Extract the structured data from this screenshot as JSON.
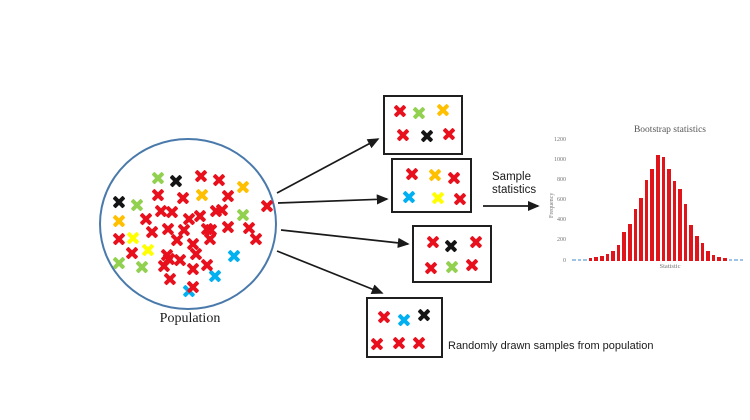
{
  "population": {
    "label": "Population",
    "marks": [
      [
        59,
        40,
        "g"
      ],
      [
        38,
        67,
        "g"
      ],
      [
        144,
        77,
        "g"
      ],
      [
        20,
        125,
        "g"
      ],
      [
        43,
        129,
        "g"
      ],
      [
        77,
        43,
        "k"
      ],
      [
        20,
        64,
        "k"
      ],
      [
        34,
        100,
        "y"
      ],
      [
        49,
        112,
        "y"
      ],
      [
        144,
        49,
        "o"
      ],
      [
        103,
        57,
        "o"
      ],
      [
        20,
        83,
        "o"
      ],
      [
        135,
        118,
        "c"
      ],
      [
        116,
        138,
        "c"
      ],
      [
        90,
        153,
        "c"
      ],
      [
        102,
        38,
        "r"
      ],
      [
        120,
        42,
        "r"
      ],
      [
        59,
        57,
        "r"
      ],
      [
        84,
        60,
        "r"
      ],
      [
        129,
        58,
        "r"
      ],
      [
        168,
        68,
        "r"
      ],
      [
        62,
        73,
        "r"
      ],
      [
        73,
        74,
        "r"
      ],
      [
        117,
        73,
        "r"
      ],
      [
        123,
        72,
        "r"
      ],
      [
        47,
        81,
        "r"
      ],
      [
        69,
        91,
        "r"
      ],
      [
        85,
        92,
        "r"
      ],
      [
        101,
        78,
        "r"
      ],
      [
        108,
        91,
        "r"
      ],
      [
        112,
        92,
        "r"
      ],
      [
        129,
        89,
        "r"
      ],
      [
        150,
        90,
        "r"
      ],
      [
        20,
        101,
        "r"
      ],
      [
        94,
        106,
        "r"
      ],
      [
        111,
        101,
        "r"
      ],
      [
        157,
        101,
        "r"
      ],
      [
        33,
        115,
        "r"
      ],
      [
        68,
        117,
        "r"
      ],
      [
        70,
        121,
        "r"
      ],
      [
        65,
        128,
        "r"
      ],
      [
        94,
        131,
        "r"
      ],
      [
        108,
        127,
        "r"
      ],
      [
        71,
        141,
        "r"
      ],
      [
        94,
        149,
        "r"
      ],
      [
        53,
        94,
        "r"
      ],
      [
        78,
        102,
        "r"
      ],
      [
        90,
        81,
        "r"
      ],
      [
        97,
        116,
        "r"
      ],
      [
        81,
        122,
        "r"
      ]
    ]
  },
  "samples": {
    "caption": "Randomly drawn samples from population",
    "boxes": [
      {
        "marks": [
          [
            15,
            14,
            "r"
          ],
          [
            34,
            16,
            "g"
          ],
          [
            58,
            13,
            "o"
          ],
          [
            18,
            38,
            "r"
          ],
          [
            42,
            39,
            "k"
          ],
          [
            64,
            37,
            "r"
          ]
        ]
      },
      {
        "marks": [
          [
            19,
            14,
            "r"
          ],
          [
            42,
            15,
            "o"
          ],
          [
            61,
            18,
            "r"
          ],
          [
            16,
            37,
            "c"
          ],
          [
            45,
            38,
            "y"
          ],
          [
            67,
            39,
            "r"
          ]
        ]
      },
      {
        "marks": [
          [
            19,
            15,
            "r"
          ],
          [
            37,
            19,
            "k"
          ],
          [
            62,
            15,
            "r"
          ],
          [
            17,
            41,
            "r"
          ],
          [
            38,
            40,
            "g"
          ],
          [
            58,
            38,
            "r"
          ]
        ]
      },
      {
        "marks": [
          [
            16,
            18,
            "r"
          ],
          [
            36,
            21,
            "c"
          ],
          [
            56,
            16,
            "k"
          ],
          [
            9,
            45,
            "r"
          ],
          [
            31,
            44,
            "r"
          ],
          [
            51,
            44,
            "r"
          ]
        ]
      }
    ]
  },
  "flow": {
    "sample_statistics_label": "Sample statistics"
  },
  "colors": {
    "r": "#e8101c",
    "g": "#92d050",
    "y": "#ffff00",
    "o": "#ffc000",
    "c": "#00b0f0",
    "k": "#141414",
    "circle_stroke": "#4a7aab",
    "arrow": "#1a1a1a",
    "bar": "#e0151b",
    "muted_bar": "#9dc3e6"
  },
  "chart_data": {
    "type": "bar",
    "title": "Bootstrap statistics",
    "xlabel": "Statistic",
    "ylabel": "Frequency",
    "ylim": [
      0,
      1200
    ],
    "yticks": [
      0,
      200,
      400,
      600,
      800,
      1000,
      1200
    ],
    "grid": false,
    "legend": false,
    "values": [
      5,
      5,
      5,
      30,
      35,
      45,
      70,
      100,
      160,
      285,
      370,
      520,
      620,
      800,
      910,
      1050,
      1030,
      910,
      790,
      710,
      570,
      360,
      250,
      180,
      100,
      55,
      40,
      25,
      5,
      5,
      5
    ],
    "muted_indices": [
      0,
      1,
      2,
      28,
      29,
      30
    ]
  }
}
